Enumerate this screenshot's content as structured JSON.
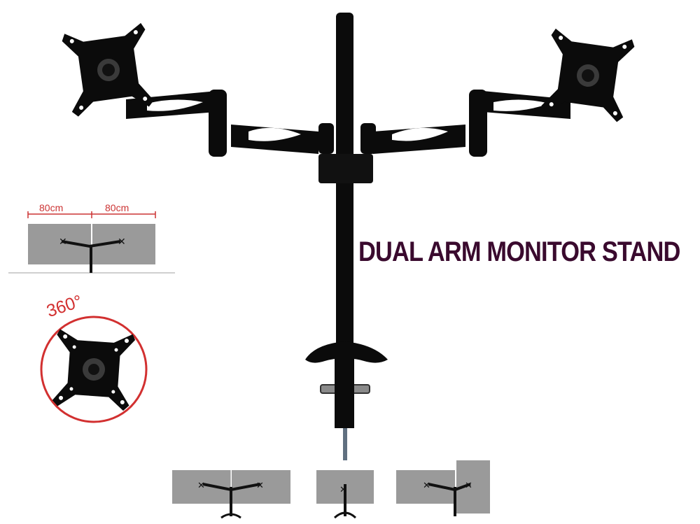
{
  "title": "DUAL ARM MONITOR STAND",
  "inset_width": {
    "left_label": "80cm",
    "right_label": "80cm"
  },
  "inset_rotation": {
    "label": "360°"
  },
  "colors": {
    "product": "#0b0b0b",
    "title_text": "#3a0a2e",
    "accent_red": "#cc3333",
    "monitor_gray": "#9a9a9a"
  },
  "icons": [
    "vesa-plate-icon",
    "rotation-circle-icon"
  ]
}
